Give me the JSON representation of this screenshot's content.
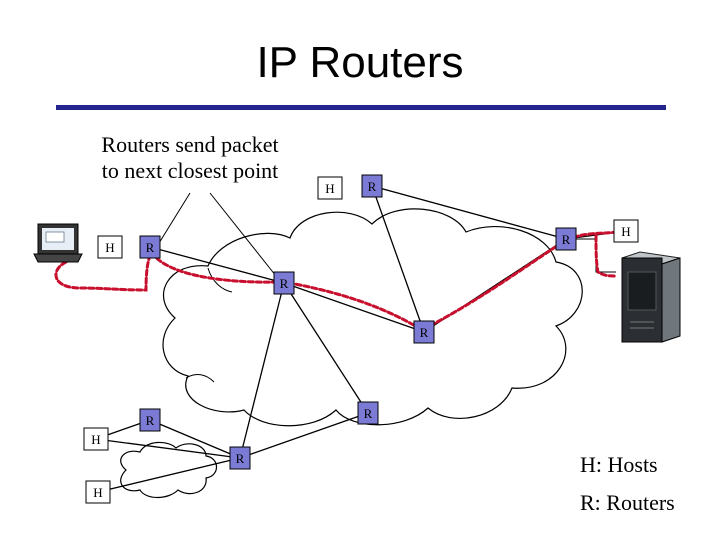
{
  "slide": {
    "title": "IP Routers",
    "callout": {
      "line1": "Routers send packet",
      "line2": "to next closest point"
    },
    "legend": {
      "hosts": "H: Hosts",
      "routers": "R: Routers"
    }
  },
  "colors": {
    "title_rule": "#24248f",
    "router_fill": "#7b7bd6",
    "router_border": "#000000",
    "packet_path": "#c8102e",
    "cloud_fill": "#ffffff",
    "cloud_stroke": "#000000"
  },
  "icons": {
    "laptop": "laptop-icon",
    "server": "server-tower-icon"
  },
  "nodes": {
    "h_top": "H",
    "r_top": "R",
    "h_laptop": "H",
    "r_left": "R",
    "r_right": "R",
    "h_server": "H",
    "r_center": "R",
    "r_mid": "R",
    "r_bottom_left": "R",
    "r_bottom_right": "R",
    "r_bottom_center": "R",
    "h_bottom_1": "H",
    "h_bottom_2": "H"
  }
}
